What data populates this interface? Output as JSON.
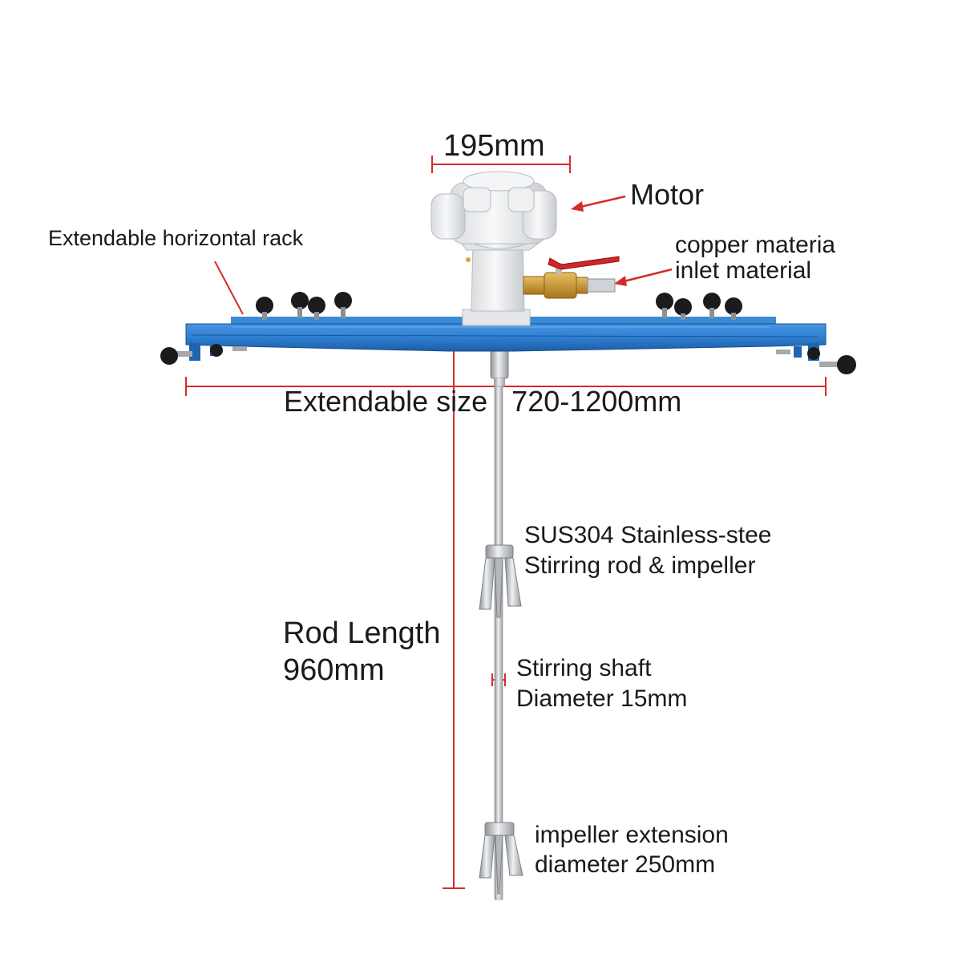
{
  "labels": {
    "motor_width": "195mm",
    "motor": "Motor",
    "rack": "Extendable horizontal rack",
    "inlet_line1": "copper materia",
    "inlet_line2": "inlet material",
    "extendable_size": "Extendable size   720-1200mm",
    "rod_line1": "SUS304 Stainless-stee",
    "rod_line2": "Stirring rod & impeller",
    "rod_length_line1": "Rod Length",
    "rod_length_line2": "960mm",
    "shaft_line1": "Stirring shaft",
    "shaft_line2": "Diameter 15mm",
    "impeller_line1": "impeller extension",
    "impeller_line2": "diameter 250mm"
  },
  "colors": {
    "dimension_line": "#d62b2b",
    "rack_blue": "#2f7fd2",
    "rack_dark": "#1d5ea8",
    "motor_white": "#eef0f2",
    "steel": "#c7c9cc",
    "knob": "#1b1b1b",
    "brass": "#c9962e",
    "valve_red": "#d32626"
  }
}
